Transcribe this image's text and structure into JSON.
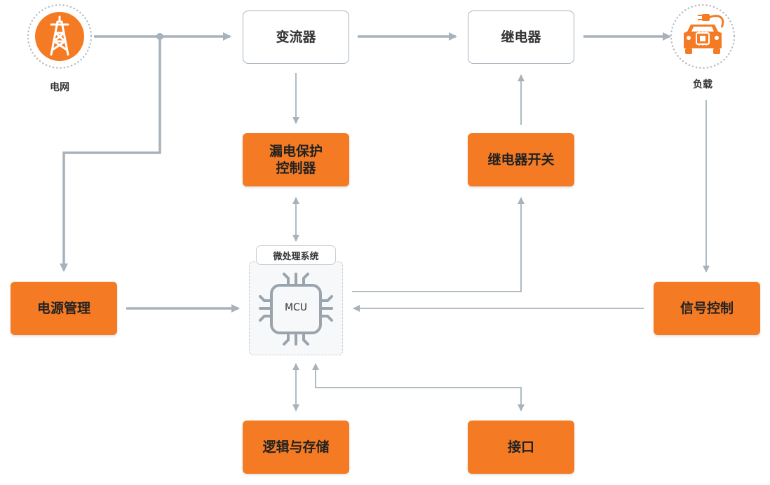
{
  "nodes": {
    "grid": "电网",
    "load": "负载",
    "converter": "变流器",
    "relay": "继电器",
    "leakage_protection": "漏电保护\n控制器",
    "relay_switch": "继电器开关",
    "power_management": "电源管理",
    "signal_control": "信号控制",
    "logic_storage": "逻辑与存储",
    "interface": "接口",
    "mcu_system_tab": "微处理系统",
    "mcu_chip": "MCU"
  },
  "colors": {
    "orange": "#f47b24",
    "line_gray": "#a8b2bb",
    "white_box_border": "#a8b2bb"
  },
  "icons": {
    "grid": "power-tower-icon",
    "load": "electric-vehicle-icon",
    "mcu": "chip-icon"
  }
}
